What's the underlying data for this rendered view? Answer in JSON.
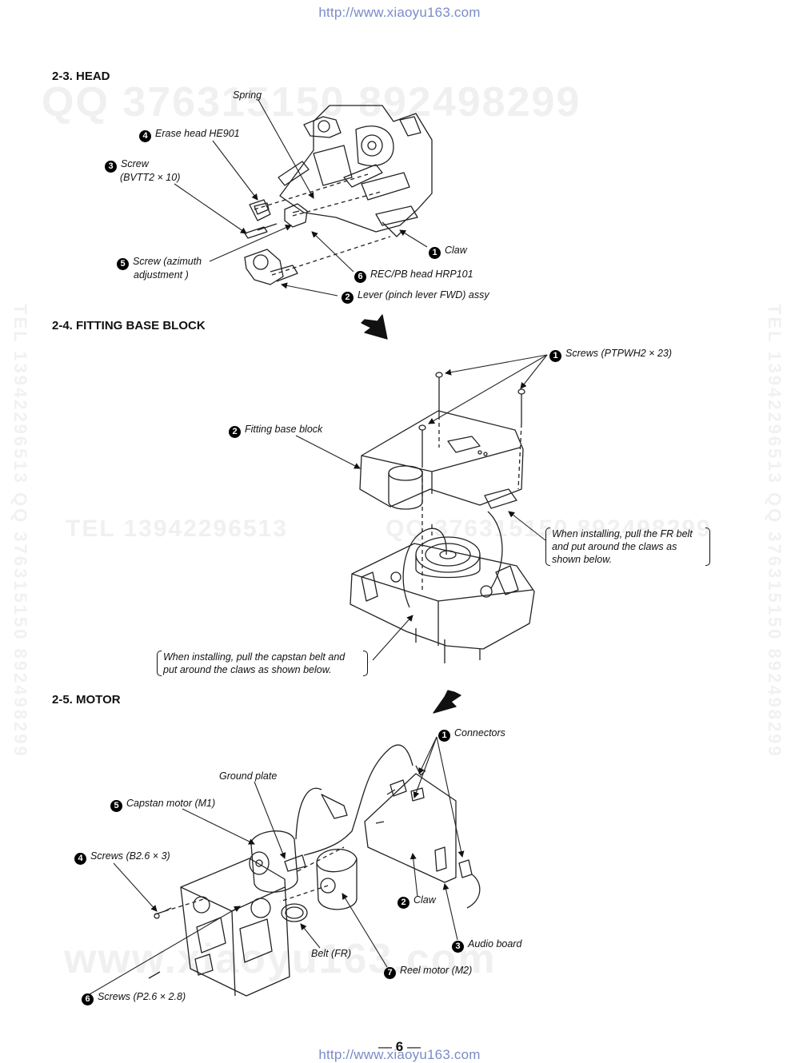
{
  "header": {
    "url": "http://www.xiaoyu163.com"
  },
  "footer": {
    "url": "http://www.xiaoyu163.com",
    "page_number": "6"
  },
  "watermarks": {
    "qq_top": "QQ 376315150  892498299",
    "tel_mid": "TEL 13942296513",
    "qq_mid": "QQ 376315150  892498299",
    "www_bottom": "www.xiaoyu163.com",
    "vertical_left": "TEL 13942296513  QQ 376315150  892498299",
    "vertical_right": "TEL 13942296513  QQ 376315150  892498299"
  },
  "head": {
    "title": "2-3.  HEAD",
    "labels": {
      "spring": "Spring",
      "erase_head_num": "4",
      "erase_head": "Erase head HE901",
      "screw_num": "3",
      "screw_line1": "Screw",
      "screw_line2": "(BVTT2 × 10)",
      "claw_num": "1",
      "claw": "Claw",
      "azimuth_num": "5",
      "azimuth_line1": "Screw (azimuth",
      "azimuth_line2": "adjustment )",
      "recpb_num": "6",
      "recpb": "REC/PB head HRP101",
      "lever_num": "2",
      "lever": "Lever (pinch lever FWD) assy"
    }
  },
  "fitting": {
    "title": "2-4.  FITTING BASE BLOCK",
    "labels": {
      "screws_num": "1",
      "screws": "Screws (PTPWH2 × 23)",
      "base_num": "2",
      "base": "Fitting base block",
      "fr_note": "When installing, pull the FR belt and put around the claws as shown below.",
      "capstan_note": "When installing, pull the capstan belt and put around the claws as shown below."
    }
  },
  "motor": {
    "title": "2-5.  MOTOR",
    "labels": {
      "connectors_num": "1",
      "connectors": "Connectors",
      "ground_plate": "Ground plate",
      "capstan_num": "5",
      "capstan": "Capstan motor (M1)",
      "screws_b_num": "4",
      "screws_b": "Screws (B2.6 × 3)",
      "claw_num": "2",
      "claw": "Claw",
      "audio_num": "3",
      "audio": "Audio board",
      "belt": "Belt (FR)",
      "reel_num": "7",
      "reel": "Reel motor (M2)",
      "screws_p_num": "6",
      "screws_p": "Screws (P2.6 × 2.8)"
    }
  }
}
